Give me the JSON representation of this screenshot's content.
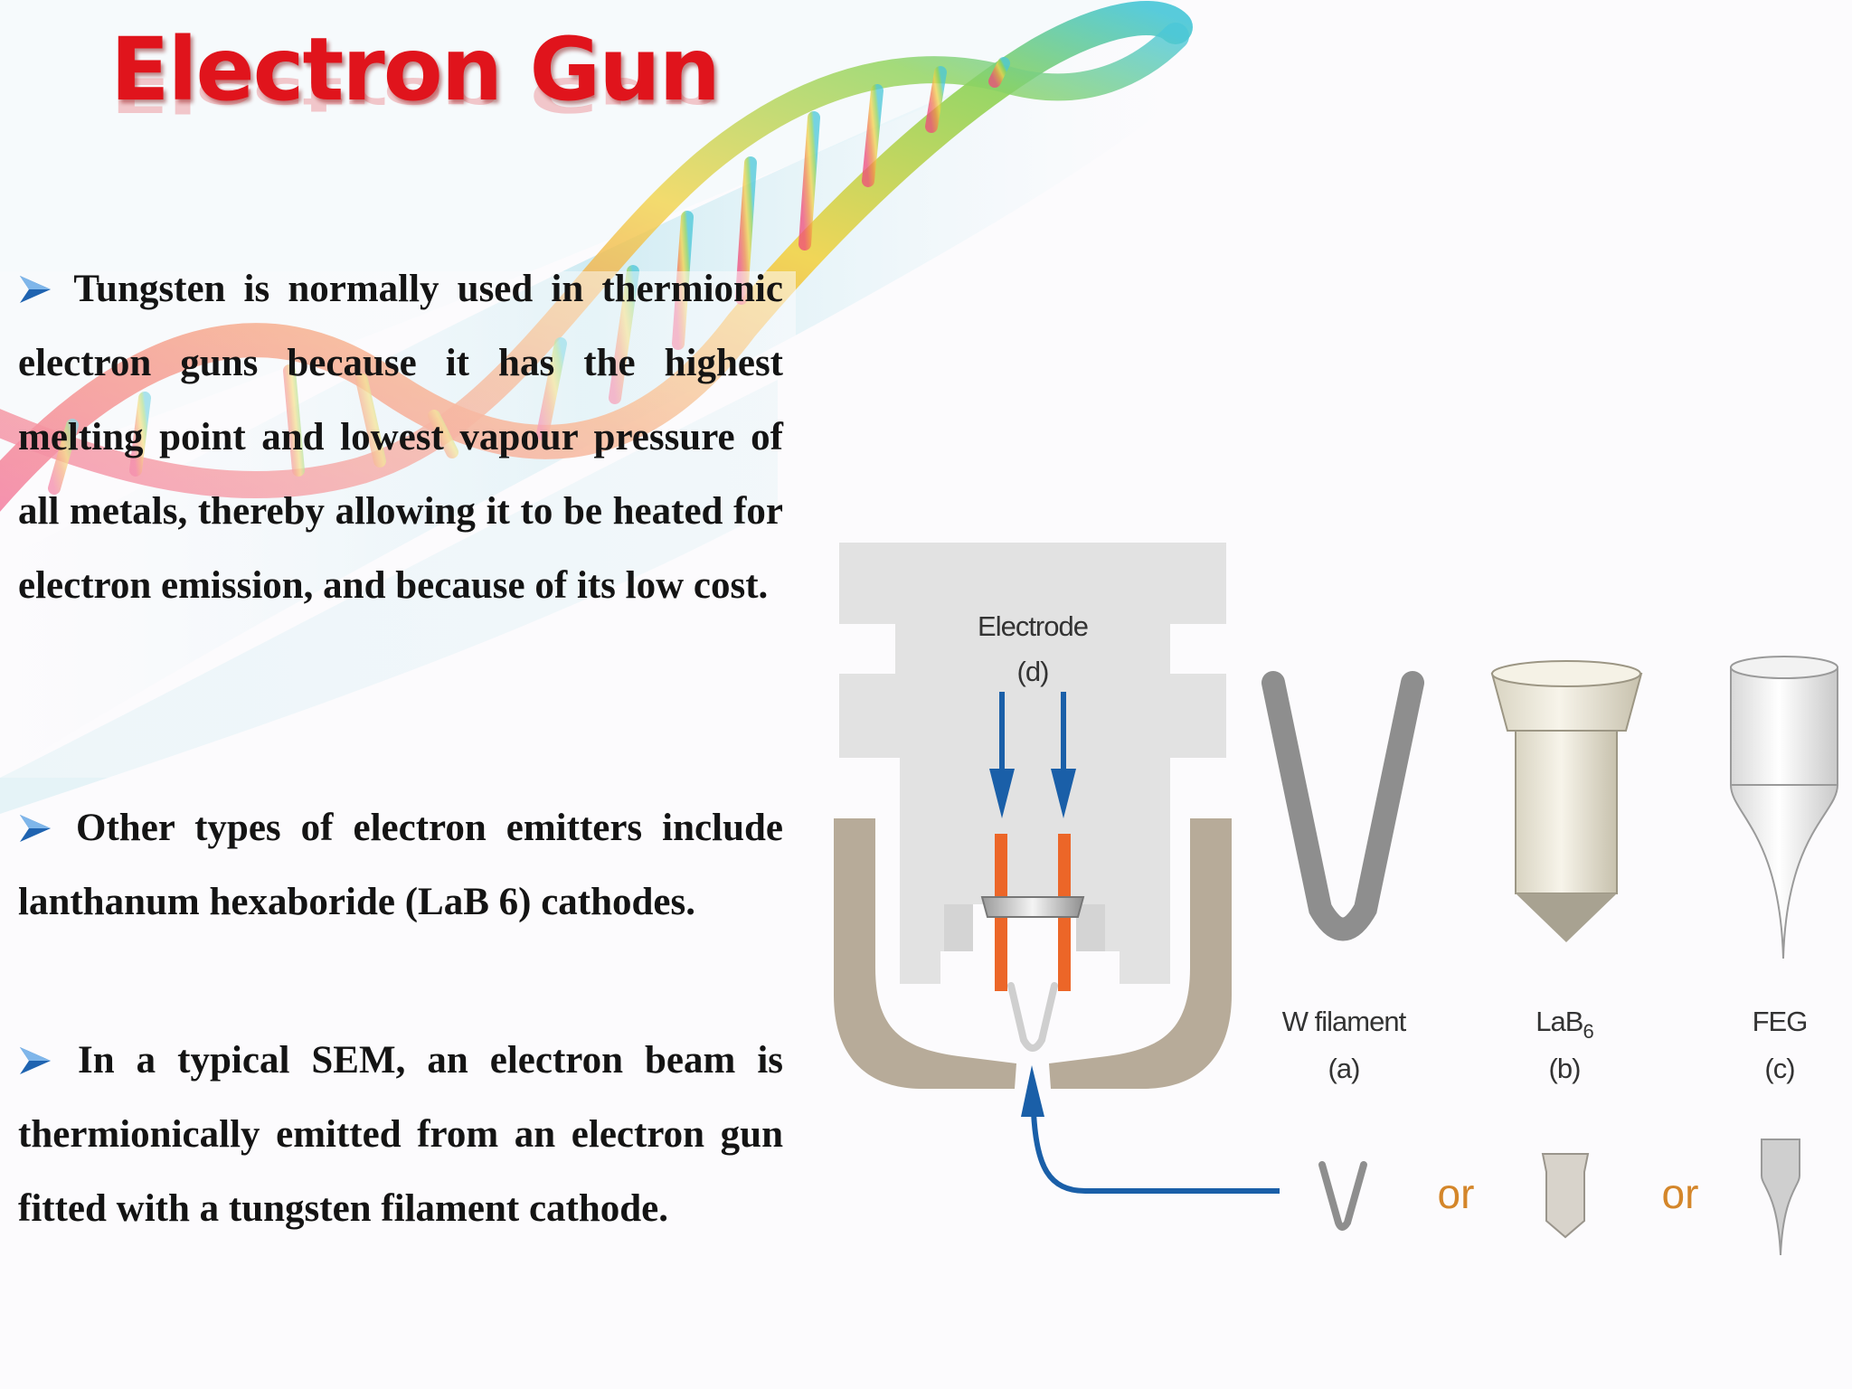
{
  "slide": {
    "title": "Electron Gun",
    "bullets": [
      {
        "text": "Tungsten is normally used in thermionic electron guns because it has the highest melting point and lowest vapour pressure of all metals, thereby allowing it to be heated for electron emission, and because of its low cost."
      },
      {
        "text": "Other types of electron emitters include lanthanum hexaboride (LaB 6) cathodes."
      },
      {
        "text": "In a typical SEM, an electron beam is thermionically emitted from an electron gun fitted with a tungsten filament cathode."
      }
    ],
    "colors": {
      "title": "#e0141c",
      "bullet_arrow": "#1f63b0",
      "text": "#141414"
    }
  },
  "figure": {
    "electrode_label": "Electrode",
    "electrode_letter": "(d)",
    "emitters": [
      {
        "name": "W filament",
        "letter": "(a)"
      },
      {
        "name": "LaB",
        "subscript": "6",
        "letter": "(b)"
      },
      {
        "name": "FEG",
        "letter": "(c)"
      }
    ],
    "or_label": "or",
    "colors": {
      "arrow": "#1a5fa8",
      "wehnelt": "#b7ab99",
      "electrode": "#e2e2e2",
      "filament_leads": "#ec6628"
    }
  }
}
